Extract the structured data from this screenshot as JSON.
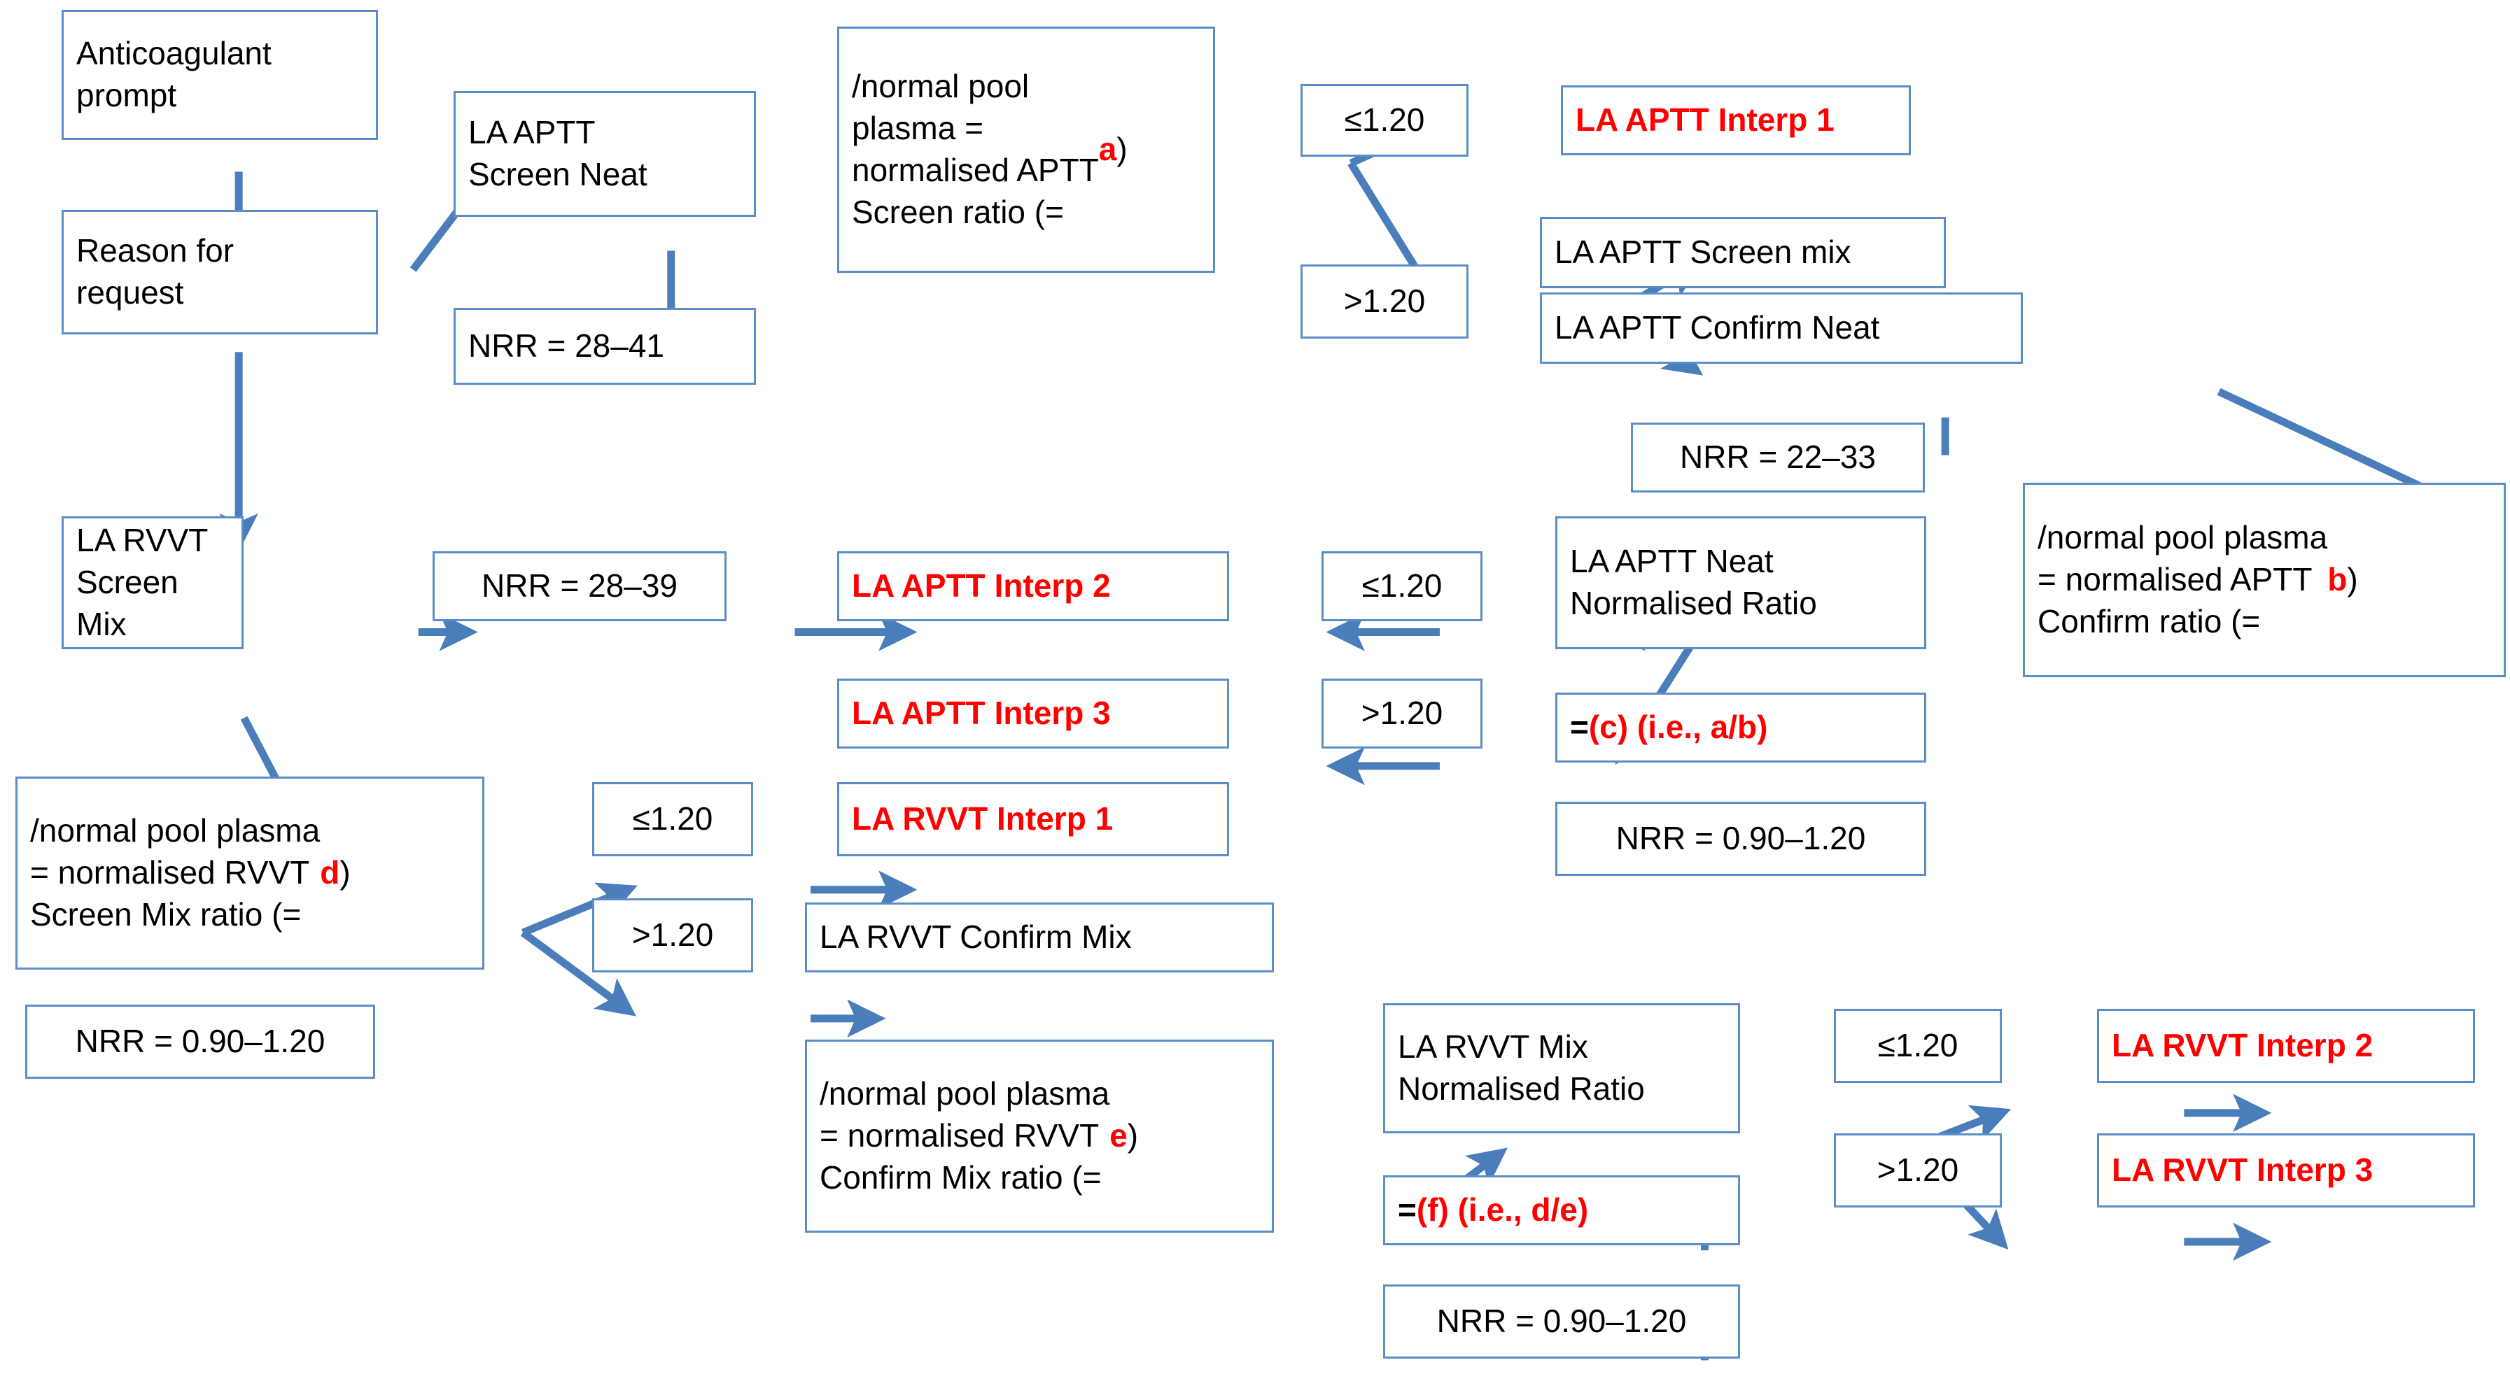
{
  "diagram": {
    "title": "Lupus anticoagulant (LA) testing algorithm flowchart",
    "colors": {
      "box_border": "#5b8dc8",
      "arrow": "#4a7ebb",
      "text": "#000000",
      "highlight": "#ff0000",
      "background": "#ffffff"
    },
    "nodes": [
      {
        "id": "anticoagulant_prompt",
        "label": "Anticoagulant\nprompt",
        "kind": "process"
      },
      {
        "id": "reason_for_request",
        "label": "Reason for\nrequest",
        "kind": "process"
      },
      {
        "id": "la_aptt_screen_neat",
        "label": "LA APTT\nScreen Neat",
        "kind": "process"
      },
      {
        "id": "nrr_28_41",
        "label": "NRR = 28–41",
        "kind": "reference-range"
      },
      {
        "id": "aptt_screen_ratio",
        "label_parts": [
          "/normal pool\nplasma =\nnormalised APTT\nScreen ratio (=",
          "a",
          ")"
        ],
        "kind": "calculation"
      },
      {
        "id": "aptt_screen_le",
        "label": "≤1.20",
        "kind": "decision"
      },
      {
        "id": "aptt_screen_gt",
        "label": ">1.20",
        "kind": "decision"
      },
      {
        "id": "la_aptt_interp_1",
        "label": "LA APTT Interp 1",
        "kind": "interpretation"
      },
      {
        "id": "la_aptt_screen_mix",
        "label": "LA APTT Screen mix",
        "kind": "process"
      },
      {
        "id": "la_aptt_confirm_neat",
        "label": "LA APTT Confirm Neat",
        "kind": "process"
      },
      {
        "id": "nrr_22_33",
        "label": "NRR = 22–33",
        "kind": "reference-range"
      },
      {
        "id": "aptt_confirm_ratio",
        "label_parts": [
          "/normal pool plasma\n= normalised APTT\nConfirm ratio (=",
          "b",
          ")"
        ],
        "kind": "calculation"
      },
      {
        "id": "la_aptt_neat_norm_ratio",
        "label": "LA APTT Neat\nNormalised Ratio",
        "kind": "process"
      },
      {
        "id": "formula_c",
        "label_parts": [
          "= ",
          "(c) (i.e., a/b)",
          ""
        ],
        "kind": "formula"
      },
      {
        "id": "nrr_090_120_aptt",
        "label": "NRR = 0.90–1.20",
        "kind": "reference-range"
      },
      {
        "id": "aptt_neat_le",
        "label": "≤1.20",
        "kind": "decision"
      },
      {
        "id": "aptt_neat_gt",
        "label": ">1.20",
        "kind": "decision"
      },
      {
        "id": "la_aptt_interp_2",
        "label": "LA APTT Interp 2",
        "kind": "interpretation"
      },
      {
        "id": "la_aptt_interp_3",
        "label": "LA APTT Interp 3",
        "kind": "interpretation"
      },
      {
        "id": "la_rvvt_screen_mix",
        "label": "LA RVVT\nScreen Mix",
        "kind": "process"
      },
      {
        "id": "nrr_28_39",
        "label": "NRR = 28–39",
        "kind": "reference-range"
      },
      {
        "id": "rvvt_screen_mix_ratio",
        "label_parts": [
          "/normal pool plasma\n= normalised RVVT\nScreen Mix ratio (=",
          "d",
          ")"
        ],
        "kind": "calculation"
      },
      {
        "id": "nrr_090_120_rvvt_screen",
        "label": "NRR = 0.90–1.20",
        "kind": "reference-range"
      },
      {
        "id": "rvvt_screen_le",
        "label": "≤1.20",
        "kind": "decision"
      },
      {
        "id": "rvvt_screen_gt",
        "label": ">1.20",
        "kind": "decision"
      },
      {
        "id": "la_rvvt_interp_1",
        "label": "LA RVVT Interp 1",
        "kind": "interpretation"
      },
      {
        "id": "la_rvvt_confirm_mix",
        "label": "LA RVVT Confirm Mix",
        "kind": "process"
      },
      {
        "id": "rvvt_confirm_mix_ratio",
        "label_parts": [
          "/normal pool plasma\n= normalised RVVT\nConfirm Mix ratio (=",
          "e",
          ")"
        ],
        "kind": "calculation"
      },
      {
        "id": "la_rvvt_mix_norm_ratio",
        "label": "LA RVVT Mix\nNormalised Ratio",
        "kind": "process"
      },
      {
        "id": "formula_f",
        "label_parts": [
          "= ",
          "(f) (i.e., d/e)",
          ""
        ],
        "kind": "formula"
      },
      {
        "id": "nrr_090_120_rvvt_mix",
        "label": "NRR = 0.90–1.20",
        "kind": "reference-range"
      },
      {
        "id": "rvvt_mix_le",
        "label": "≤1.20",
        "kind": "decision"
      },
      {
        "id": "rvvt_mix_gt",
        "label": ">1.20",
        "kind": "decision"
      },
      {
        "id": "la_rvvt_interp_2",
        "label": "LA RVVT Interp 2",
        "kind": "interpretation"
      },
      {
        "id": "la_rvvt_interp_3",
        "label": "LA RVVT Interp 3",
        "kind": "interpretation"
      }
    ]
  }
}
